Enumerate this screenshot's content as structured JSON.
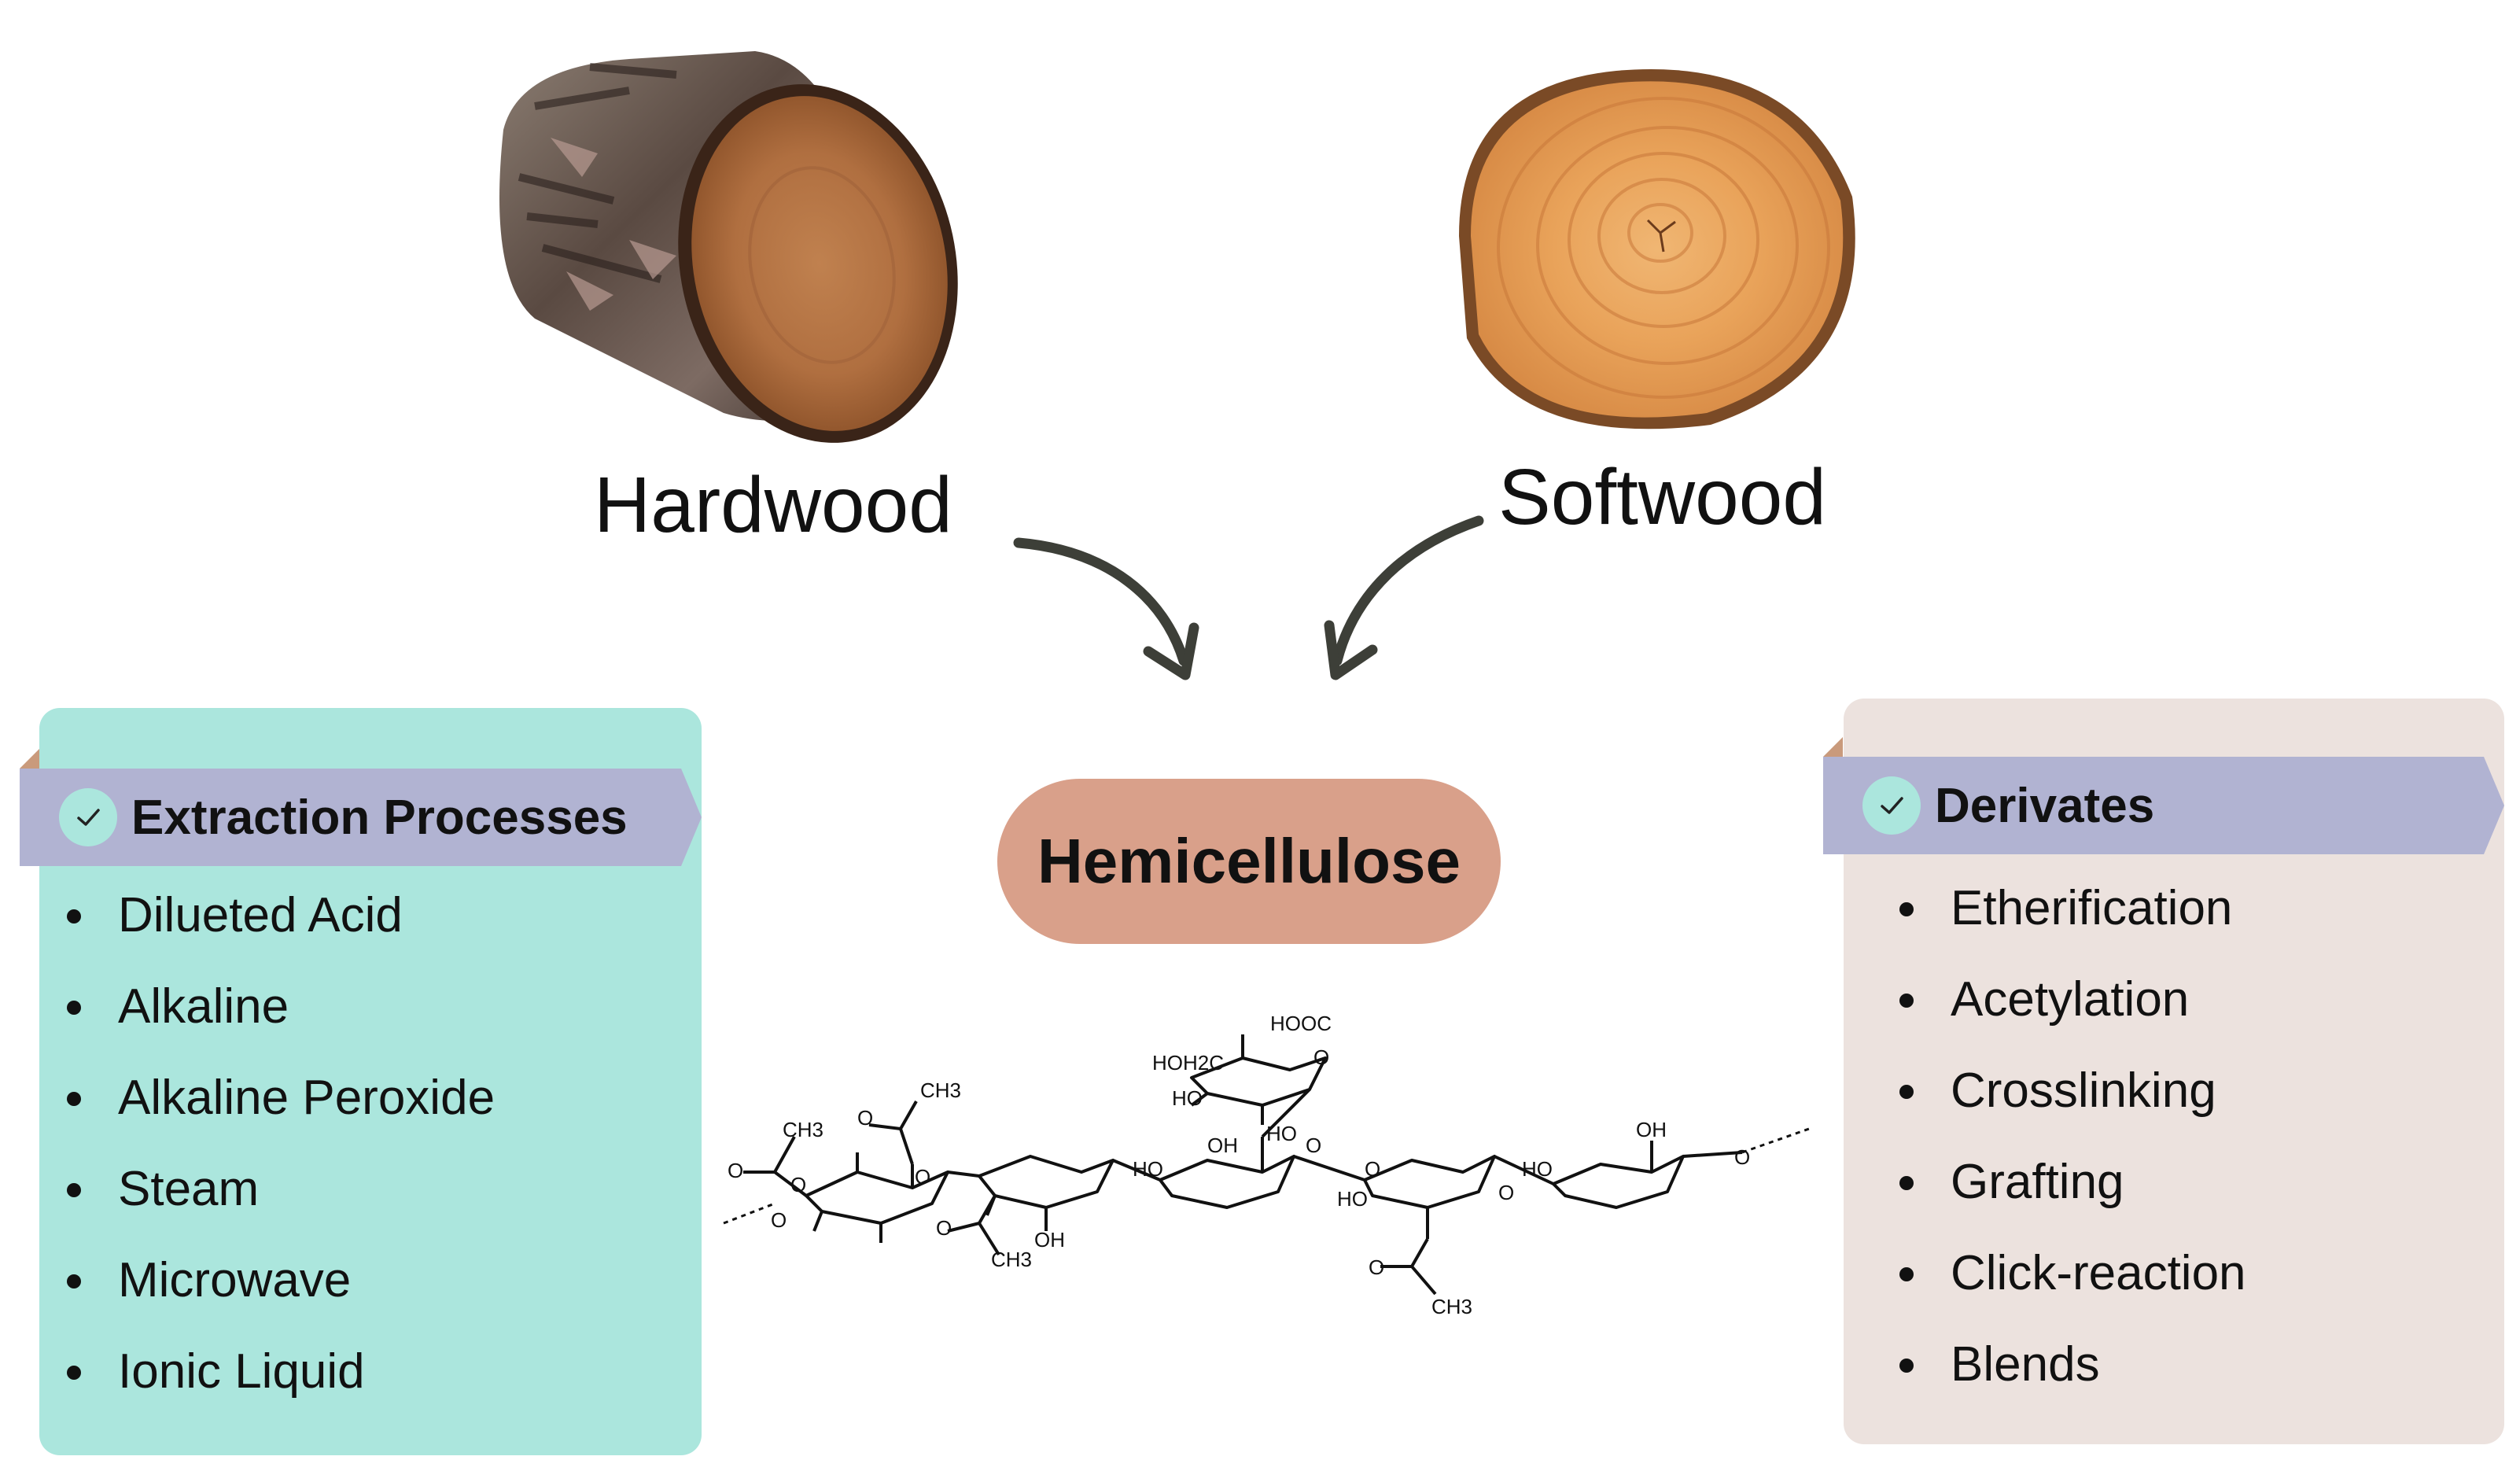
{
  "sources": {
    "hardwood": {
      "label": "Hardwood",
      "image": "hardwood-log-picture"
    },
    "softwood": {
      "label": "Softwood",
      "image": "softwood-cross-section-picture"
    }
  },
  "center": {
    "label": "Hemicellulose"
  },
  "extraction": {
    "title": "Extraction Processes",
    "items": [
      "Dilueted Acid",
      "Alkaline",
      "Alkaline Peroxide",
      "Steam",
      "Microwave",
      "Ionic Liquid"
    ]
  },
  "derivates": {
    "title": "Derivates",
    "items": [
      "Etherification",
      "Acetylation",
      "Crosslinking",
      "Grafting",
      "Click-reaction",
      "Blends"
    ]
  },
  "structure": {
    "labels": {
      "hooc": "HOOC",
      "hoh2c": "HOH2C",
      "ho1": "HO",
      "o_ring1": "O",
      "ho_link1": "HO",
      "ch3_a": "CH3",
      "o_a": "O",
      "ch3_b": "CH3",
      "o_b": "O",
      "o_c": "O",
      "o_d": "O",
      "o_e": "O",
      "ch3_c": "CH3",
      "o_f": "O",
      "oh1": "OH",
      "ho2": "HO",
      "oh2": "OH",
      "o_g": "O",
      "ho3": "HO",
      "o_h": "O",
      "ch3_d": "CH3",
      "o_i": "O",
      "ho4": "HO",
      "oh3": "OH",
      "o_j": "O",
      "o_end": "O"
    }
  },
  "colors": {
    "extraction_panel": "#abe6dd",
    "derivates_panel": "#ece2de",
    "banner": "#b1b3d2",
    "center_pill": "#d9a08a",
    "arrow": "#3d3f38"
  }
}
